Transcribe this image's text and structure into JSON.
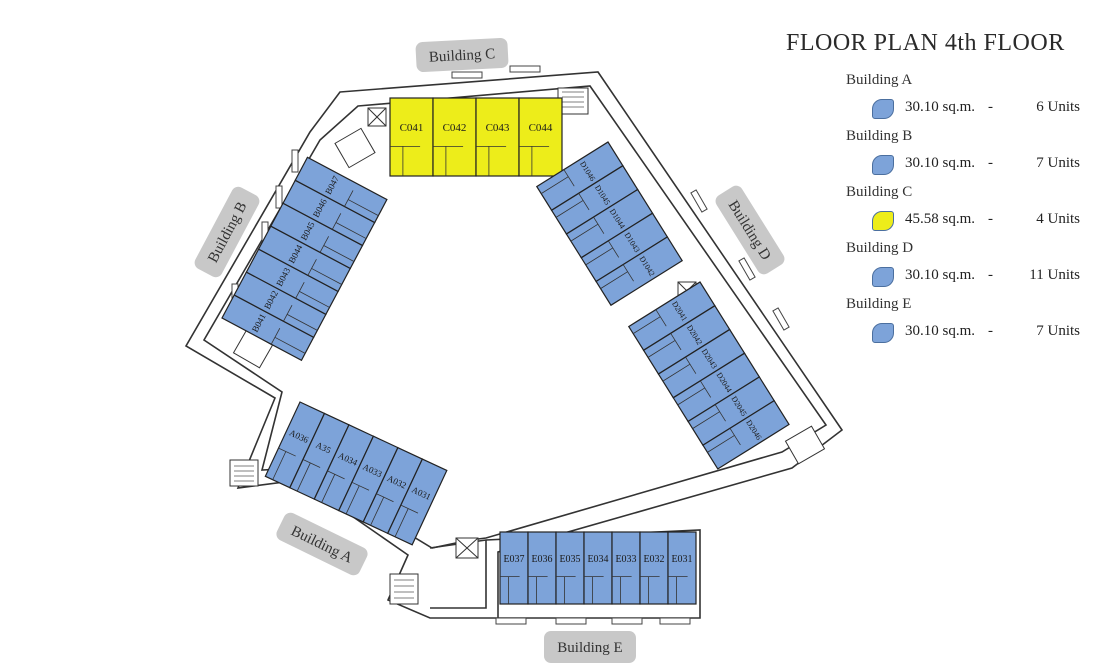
{
  "title": "FLOOR PLAN 4th FLOOR",
  "colors": {
    "blue_unit": "#7da3d9",
    "yellow_unit": "#eded1a",
    "label_pill": "#c8c8c8"
  },
  "legend": [
    {
      "building": "Building A",
      "area": "30.10 sq.m.",
      "dash": "-",
      "units": "6 Units",
      "color": "#7da3d9"
    },
    {
      "building": "Building B",
      "area": "30.10 sq.m.",
      "dash": "-",
      "units": "7 Units",
      "color": "#7da3d9"
    },
    {
      "building": "Building C",
      "area": "45.58 sq.m.",
      "dash": "-",
      "units": "4 Units",
      "color": "#eded1a"
    },
    {
      "building": "Building D",
      "area": "30.10 sq.m.",
      "dash": "-",
      "units": "11 Units",
      "color": "#7da3d9"
    },
    {
      "building": "Building E",
      "area": "30.10 sq.m.",
      "dash": "-",
      "units": "7 Units",
      "color": "#7da3d9"
    }
  ],
  "building_labels": {
    "a": "Building A",
    "b": "Building B",
    "c": "Building C",
    "d": "Building D",
    "e": "Building E"
  },
  "units": {
    "a": [
      "A036",
      "A35",
      "A034",
      "A033",
      "A032",
      "A031"
    ],
    "b": [
      "B041",
      "B042",
      "B043",
      "B044",
      "B045",
      "B046",
      "B047"
    ],
    "c": [
      "C041",
      "C042",
      "C043",
      "C044"
    ],
    "d": [
      "D1046",
      "D1045",
      "D1044",
      "D1043",
      "D1042",
      "D2041",
      "D2042",
      "D2043",
      "D2044",
      "D2045",
      "D2046"
    ],
    "e": [
      "E037",
      "E036",
      "E035",
      "E034",
      "E033",
      "E032",
      "E031"
    ]
  }
}
